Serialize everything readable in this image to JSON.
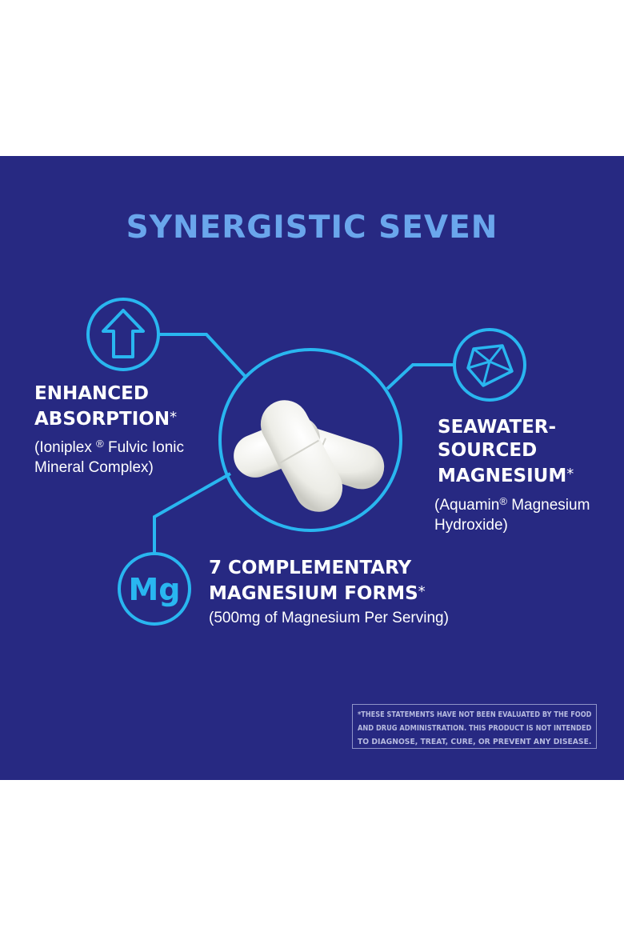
{
  "title": "SYNERGISTIC SEVEN",
  "colors": {
    "background": "#272982",
    "accent": "#29b6f0",
    "title": "#6aa6ec",
    "text": "#ffffff",
    "capsule": "#f3f3ee"
  },
  "features": {
    "absorption": {
      "icon": "arrow-up-icon",
      "heading_lines": [
        "ENHANCED",
        "ABSORPTION"
      ],
      "marker": "*",
      "sub_line1_a": "(Ioniplex",
      "sub_reg": "®",
      "sub_line1_b": " Fulvic Ionic",
      "sub_line2": "Mineral Complex)"
    },
    "seawater": {
      "icon": "crystal-icon",
      "heading_lines": [
        "SEAWATER-",
        "SOURCED",
        "MAGNESIUM"
      ],
      "marker": "*",
      "sub_line1_a": " (Aquamin",
      "sub_reg": "®",
      "sub_line1_b": " Magnesium",
      "sub_line2": "Hydroxide)"
    },
    "forms": {
      "icon": "magnesium-icon",
      "icon_label": "Mg",
      "heading_lines": [
        "7 COMPLEMENTARY",
        "MAGNESIUM FORMS"
      ],
      "marker": "*",
      "sub": "(500mg of Magnesium Per Serving)"
    }
  },
  "disclaimer": {
    "lines": [
      "*THESE STATEMENTS HAVE NOT BEEN EVALUATED BY THE FOOD",
      "AND DRUG ADMINISTRATION. THIS PRODUCT IS NOT INTENDED",
      "TO DIAGNOSE, TREAT, CURE, OR PREVENT ANY DISEASE."
    ]
  }
}
